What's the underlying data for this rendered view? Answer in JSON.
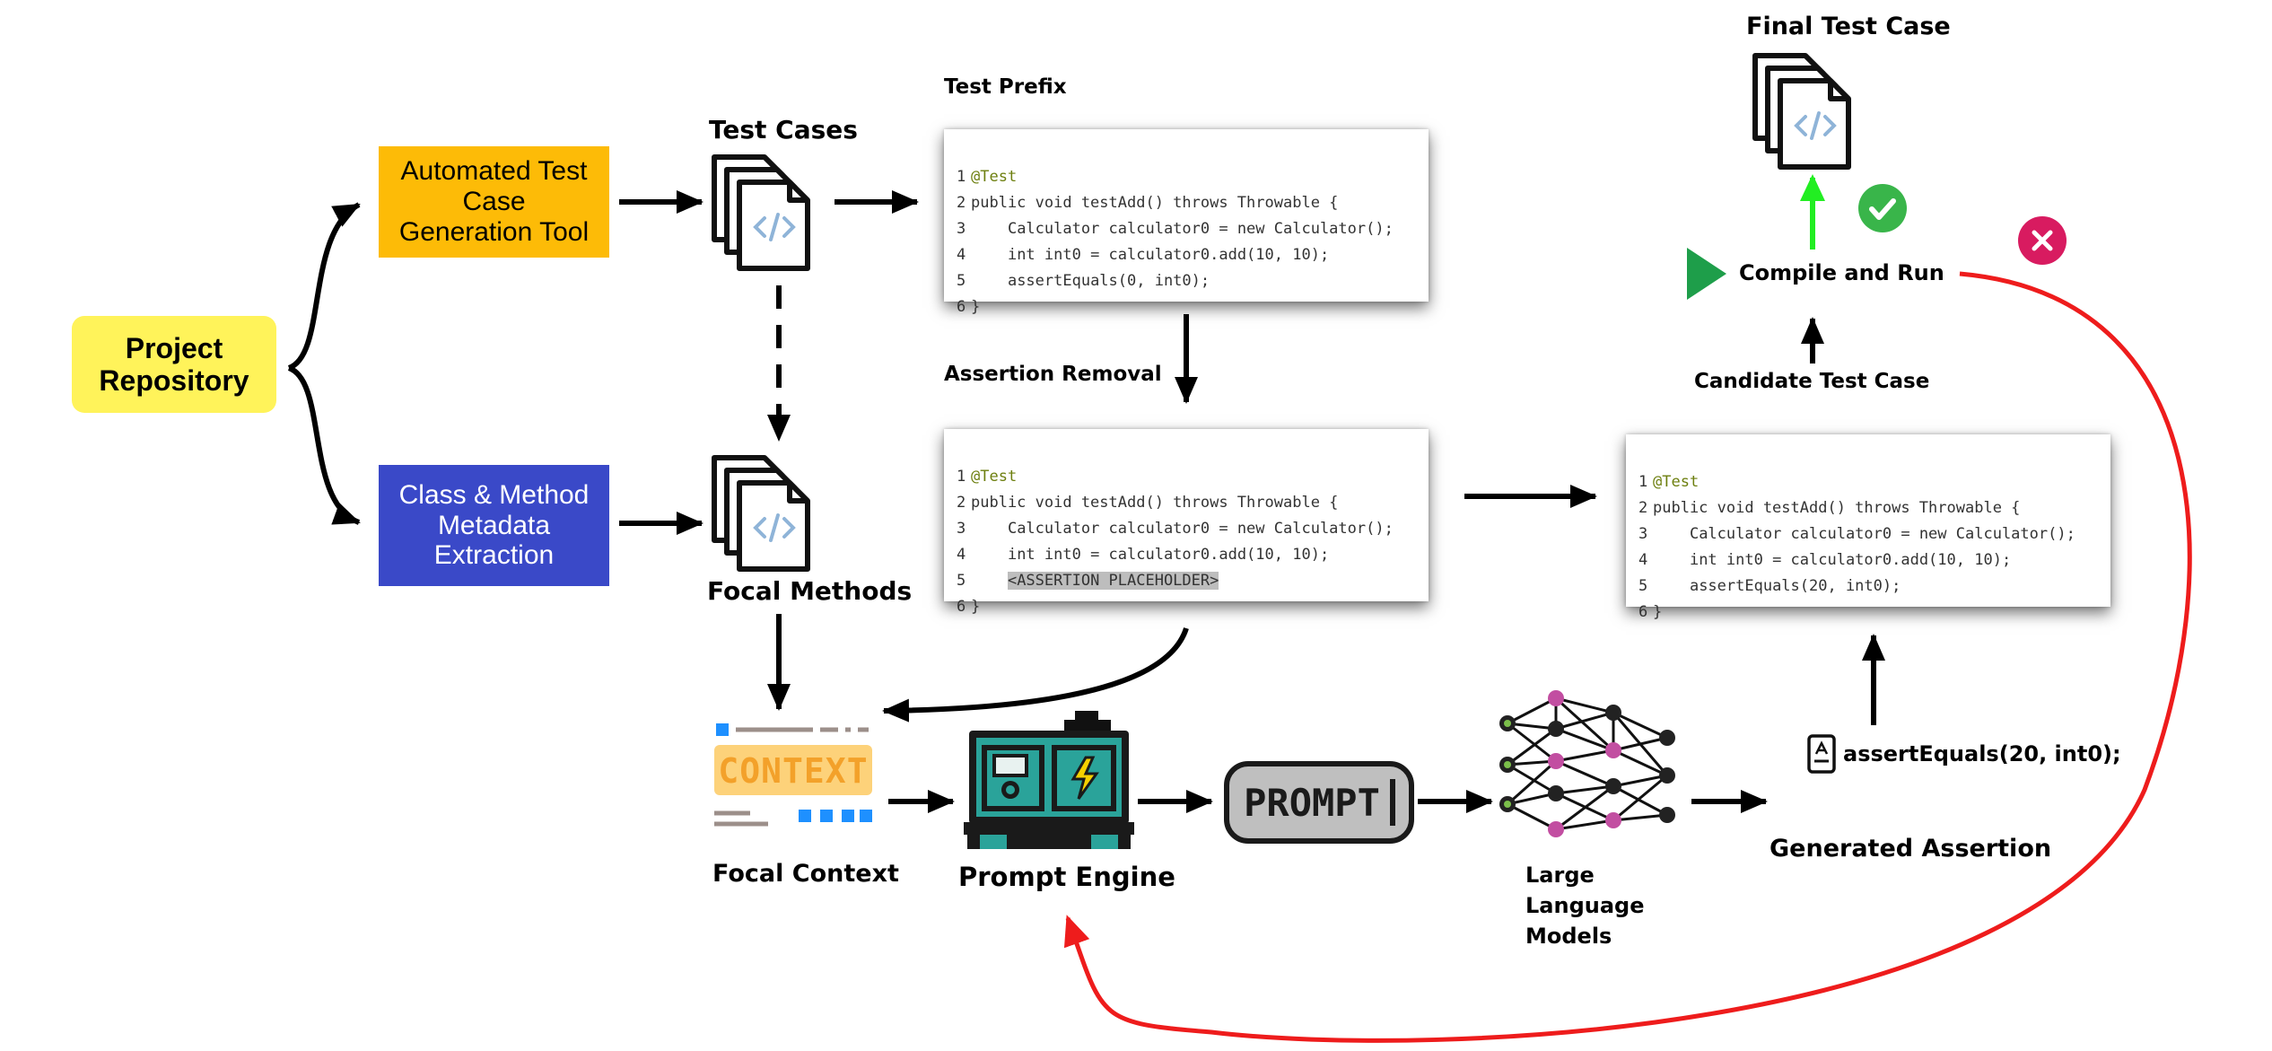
{
  "boxes": {
    "project_repository": "Project\nRepository",
    "test_gen_tool": "Automated Test\nCase\nGeneration Tool",
    "metadata_extraction": "Class & Method\nMetadata\nExtraction"
  },
  "labels": {
    "test_cases": "Test Cases",
    "focal_methods": "Focal Methods",
    "test_prefix": "Test Prefix",
    "assertion_removal": "Assertion Removal",
    "final_test_case": "Final Test Case",
    "compile_and_run": "Compile and Run",
    "candidate_test_case": "Candidate Test Case",
    "focal_context": "Focal Context",
    "prompt_engine": "Prompt Engine",
    "llm": "Large\nLanguage\nModels",
    "generated_assertion": "Generated Assertion",
    "generated_assertion_code": "assertEquals(20, int0);",
    "context_word": "CONTEXT",
    "prompt_word": "PROMPT"
  },
  "code_blocks": {
    "test_prefix": {
      "line1": "@Test",
      "line2": "public void testAdd() throws Throwable {",
      "line3": "Calculator calculator0 = new Calculator();",
      "line4": "int int0 = calculator0.add(10, 10);",
      "line5": "assertEquals(0, int0);",
      "line6": "}"
    },
    "assertion_removal": {
      "line1": "@Test",
      "line2": "public void testAdd() throws Throwable {",
      "line3": "Calculator calculator0 = new Calculator();",
      "line4": "int int0 = calculator0.add(10, 10);",
      "line5": "<ASSERTION PLACEHOLDER>",
      "line6": "}"
    },
    "candidate": {
      "line1": "@Test",
      "line2": "public void testAdd() throws Throwable {",
      "line3": "Calculator calculator0 = new Calculator();",
      "line4": "int int0 = calculator0.add(10, 10);",
      "line5": "assertEquals(20, int0);",
      "line6": "}"
    }
  },
  "colors": {
    "project_repository": "#fff35a",
    "test_gen_tool": "#fdbb07",
    "metadata_extraction": "#3a49c8",
    "success": "#39b54a",
    "failure": "#d81b60",
    "loop_arrow": "#ee1c1c",
    "pass_arrow": "#22ee22",
    "play": "#1e9e4a"
  },
  "icons": [
    "code-file-stack-icon",
    "context-icon",
    "engine-icon",
    "prompt-icon",
    "neural-network-icon",
    "document-icon",
    "play-icon",
    "check-icon",
    "close-icon"
  ]
}
